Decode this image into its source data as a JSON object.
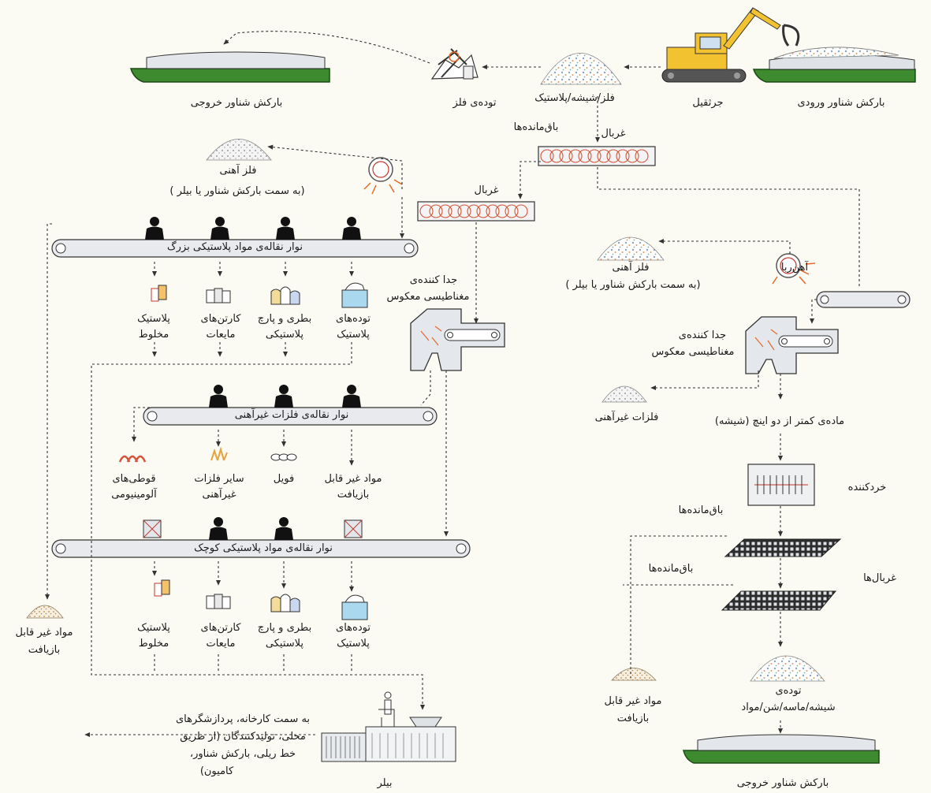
{
  "barges": {
    "incoming": "بارکش شناور ورودی",
    "outgoing_top": "بارکش شناور خروجی",
    "outgoing_bottom": "بارکش شناور خروجی"
  },
  "crane": "جرثقیل",
  "mixed_pile": "فلز/شیشه/پلاستیک",
  "metal_pile": "توده‌ی فلز",
  "residues": {
    "top": "باق‌مانده‌ها",
    "mid": "باق‌مانده‌ها",
    "low": "باق‌مانده‌ها"
  },
  "screens": {
    "top": "غربال",
    "left": "غربال",
    "multi": "غربال‌ها"
  },
  "ferrous": {
    "left_title": "فلز آهنی",
    "left_sub": "(به سمت بارکش شناور یا بیلر )",
    "right_title": "فلز آهنی",
    "right_sub": "(به سمت بارکش شناور یا بیلر )"
  },
  "magnet": "آهن‌ربا",
  "eddy": {
    "left_l1": "جدا کننده‌ی",
    "left_l2": "مغناطیسی معکوس",
    "right_l1": "جدا کننده‌ی",
    "right_l2": "مغناطیسی معکوس"
  },
  "belts": {
    "large_plastic": "نوار نقاله‌ی مواد پلاستیکی بزرگ",
    "nonferrous": "نوار نقاله‌ی فلزات غیرآهنی",
    "small_plastic": "نوار نقاله‌ی مواد پلاستیکی کوچک"
  },
  "sort_top": {
    "mixed_l1": "پلاستیک",
    "mixed_l2": "مخلوط",
    "cartons_l1": "کارتن‌های",
    "cartons_l2": "مایعات",
    "bottles_l1": "بطری و پارچ",
    "bottles_l2": "پلاستیکی",
    "bales_l1": "توده‌های",
    "bales_l2": "پلاستیک"
  },
  "sort_metal": {
    "cans_l1": "قوطی‌های",
    "cans_l2": "آلومینیومی",
    "other_l1": "سایر فلزات",
    "other_l2": "غیرآهنی",
    "foil": "فویل",
    "nonrec_l1": "مواد غیر قابل",
    "nonrec_l2": "بازیافت"
  },
  "sort_bottom": {
    "mixed_l1": "پلاستیک",
    "mixed_l2": "مخلوط",
    "cartons_l1": "کارتن‌های",
    "cartons_l2": "مایعات",
    "bottles_l1": "بطری و پارچ",
    "bottles_l2": "پلاستیکی",
    "bales_l1": "توده‌های",
    "bales_l2": "پلاستیک"
  },
  "nonrec_left_l1": "مواد غیر قابل",
  "nonrec_left_l2": "بازیافت",
  "nonferrous_out": "فلزات غیرآهنی",
  "glass_lt2": "ماده‌ی کمتر از دو اینچ (شیشه)",
  "crusher": "خردکننده",
  "nonrec_right_l1": "مواد غیر قابل",
  "nonrec_right_l2": "بازیافت",
  "glass_pile_l1": "توده‌ی",
  "glass_pile_l2": "شیشه/ماسه/شن/مواد",
  "baler": "بیلر",
  "dest": {
    "l1": "به سمت کارخانه، پردازشگرهای",
    "l2": "محلی، تولیدکنندگان (از طریق",
    "l3": "خط ریلی، بارکش شناور،",
    "l4": "کامیون)"
  }
}
